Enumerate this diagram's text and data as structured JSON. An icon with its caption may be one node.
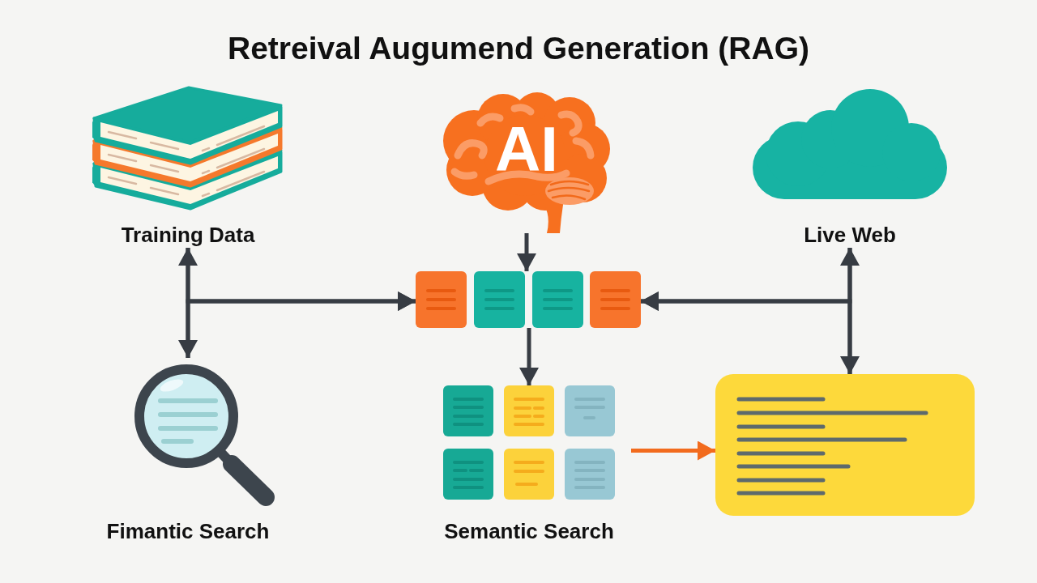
{
  "diagram": {
    "title": "Retreival Augumend Generation (RAG)",
    "nodes": [
      {
        "text": [
          "Training Data"
        ]
      },
      {
        "text": [
          "AI"
        ]
      },
      {
        "text": [
          "Live Web"
        ]
      },
      {
        "text": [],
        "shape": "box"
      },
      {
        "text": [
          "Fimantic Search"
        ]
      },
      {
        "text": [
          "Semantic Search"
        ]
      },
      {
        "text": [],
        "shape": "box"
      }
    ],
    "edges": [
      {
        "from": 0,
        "to": 4,
        "arrow": "both"
      },
      {
        "from": 0,
        "to": 3,
        "arrow": "to"
      },
      {
        "from": 4,
        "to": 3,
        "arrow": "to"
      },
      {
        "from": 1,
        "to": 3,
        "arrow": "to"
      },
      {
        "from": 3,
        "to": 5,
        "arrow": "to"
      },
      {
        "from": 2,
        "to": 6,
        "arrow": "both"
      },
      {
        "from": 2,
        "to": 3,
        "arrow": "to"
      },
      {
        "from": 6,
        "to": 3,
        "arrow": "to"
      },
      {
        "from": 5,
        "to": 6,
        "arrow": "to",
        "color": "#f26b1d"
      }
    ]
  }
}
